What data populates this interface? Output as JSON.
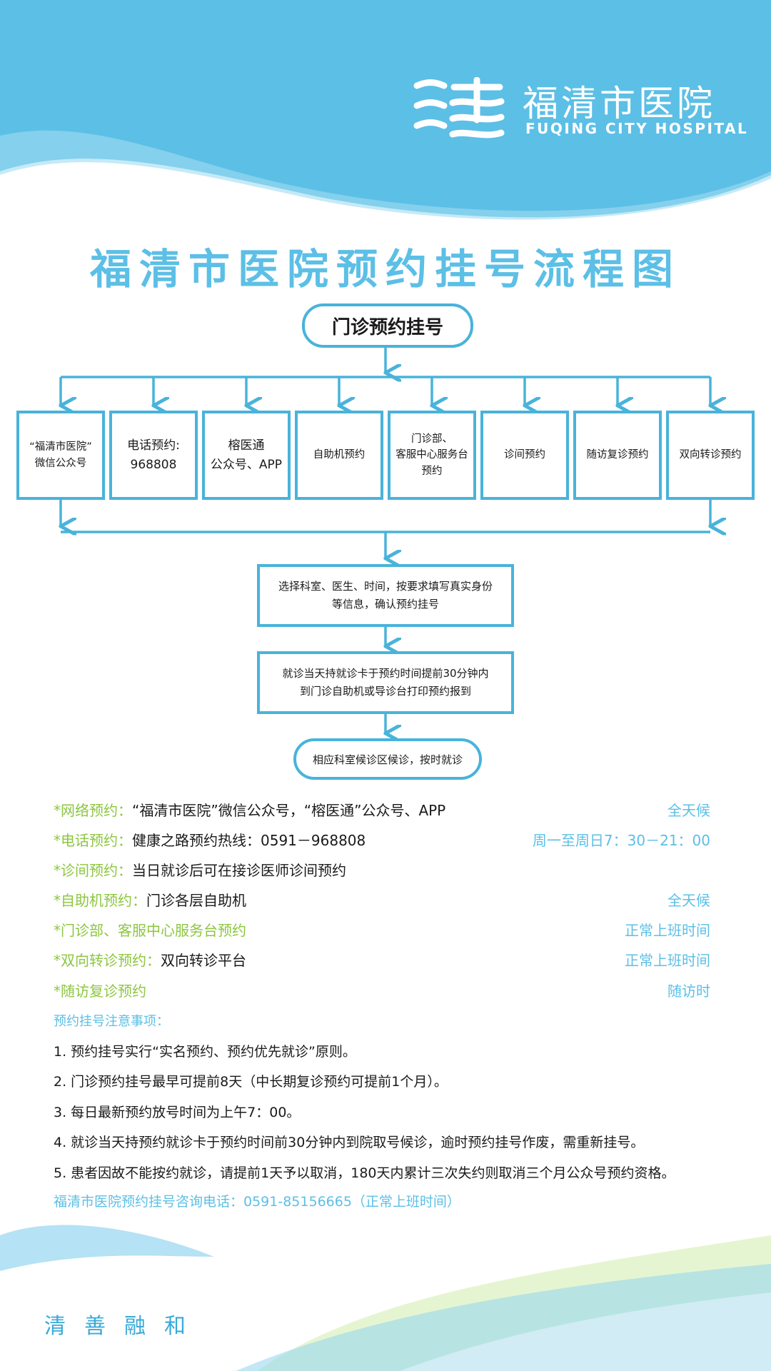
{
  "colors": {
    "accent": "#5cbfe6",
    "stroke": "#49b3da",
    "label_green": "#8cc63f",
    "text": "#1a1a1a"
  },
  "header": {
    "logo_cn": "福清市医院",
    "logo_en": "FUQING CITY HOSPITAL"
  },
  "title": "福清市医院预约挂号流程图",
  "flow": {
    "start": "门诊预约挂号",
    "channels": [
      {
        "line1": "“福清市医院”",
        "line2": "微信公众号"
      },
      {
        "line1": "电话预约:",
        "line2": "968808"
      },
      {
        "line1": "榕医通",
        "line2": "公众号、APP"
      },
      {
        "line1": "自助机预约",
        "line2": ""
      },
      {
        "line1": "门诊部、",
        "line2": "客服中心服务台",
        "line3": "预约"
      },
      {
        "line1": "诊间预约",
        "line2": ""
      },
      {
        "line1": "随访复诊预约",
        "line2": ""
      },
      {
        "line1": "双向转诊预约",
        "line2": ""
      }
    ],
    "step1_line1": "选择科室、医生、时间，按要求填写真实身份",
    "step1_line2": "等信息，确认预约挂号",
    "step2_line1": "就诊当天持就诊卡于预约时间提前30分钟内",
    "step2_line2": "到门诊自助机或导诊台打印预约报到",
    "end": "相应科室候诊区候诊，按时就诊"
  },
  "methods": [
    {
      "label": "*网络预约：",
      "text": "“福清市医院”微信公众号，“榕医通”公众号、APP",
      "right": "全天候"
    },
    {
      "label": "*电话预约：",
      "text": "健康之路预约热线：0591－968808",
      "right": "周一至周日7：30－21：00"
    },
    {
      "label": "*诊间预约：",
      "text": "当日就诊后可在接诊医师诊间预约",
      "right": ""
    },
    {
      "label": "*自助机预约：",
      "text": "门诊各层自助机",
      "right": "全天候"
    },
    {
      "label": "*门诊部、客服中心服务台预约",
      "text": "",
      "right": "正常上班时间"
    },
    {
      "label": "*双向转诊预约：",
      "text": "双向转诊平台",
      "right": "正常上班时间"
    },
    {
      "label": "*随访复诊预约",
      "text": "",
      "right": "随访时"
    }
  ],
  "notes_title": "预约挂号注意事项：",
  "notes": [
    "1. 预约挂号实行“实名预约、预约优先就诊”原则。",
    "2. 门诊预约挂号最早可提前8天（中长期复诊预约可提前1个月）。",
    "3. 每日最新预约放号时间为上午7：00。",
    "4. 就诊当天持预约就诊卡于预约时间前30分钟内到院取号候诊，逾时预约挂号作废，需重新挂号。",
    "5. 患者因故不能按约就诊，请提前1天予以取消，180天内累计三次失约则取消三个月公众号预约资格。"
  ],
  "footer": {
    "hotline": "福清市医院预约挂号咨询电话：0591-85156665（正常上班时间）",
    "slogan": "清善融和"
  }
}
